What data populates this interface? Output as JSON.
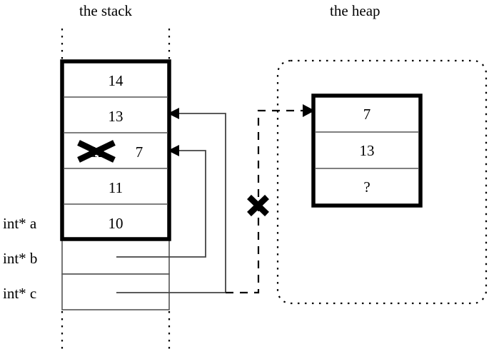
{
  "diagram": {
    "title_stack": "the stack",
    "title_heap": "the heap",
    "colors": {
      "ink": "#000000",
      "background": "#ffffff",
      "thin_line": "#555555"
    }
  },
  "stack": {
    "label": "the stack",
    "frame_cells": [
      {
        "name": "cell-14",
        "value": "14"
      },
      {
        "name": "cell-13",
        "value": "13"
      },
      {
        "name": "cell-12-crossed",
        "value": "12",
        "crossed_out": true,
        "new_value": "7"
      },
      {
        "name": "cell-11",
        "value": "11"
      },
      {
        "name": "cell-10",
        "value": "10"
      }
    ],
    "pointer_rows": [
      {
        "name": "row-a",
        "value": ""
      },
      {
        "name": "row-b",
        "value": ""
      },
      {
        "name": "row-c",
        "value": ""
      }
    ],
    "variables": [
      {
        "name": "var-a",
        "label": "int* a"
      },
      {
        "name": "var-b",
        "label": "int* b"
      },
      {
        "name": "var-c",
        "label": "int* c"
      }
    ]
  },
  "heap": {
    "label": "the heap",
    "block_cells": [
      {
        "name": "heap-cell-7",
        "value": "7"
      },
      {
        "name": "heap-cell-13",
        "value": "13"
      },
      {
        "name": "heap-cell-unknown",
        "value": "?"
      }
    ]
  },
  "annotations": {
    "cross_on_cell_value": "12",
    "cross_on_heap_pointer": true,
    "replacement_value": "7",
    "unknown_marker": "?"
  }
}
